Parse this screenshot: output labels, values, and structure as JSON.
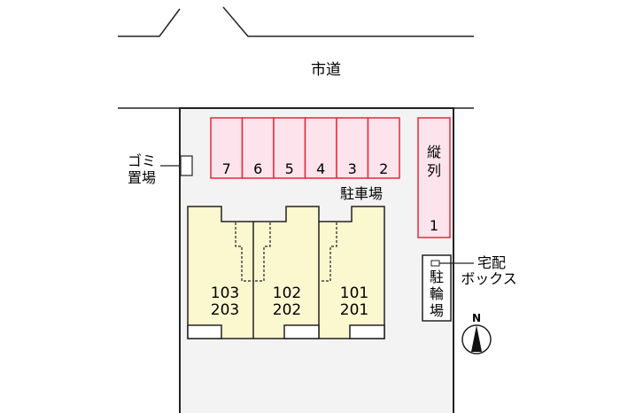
{
  "road_label": "市道",
  "garbage": {
    "line1": "ゴミ",
    "line2": "置場"
  },
  "parking": {
    "label": "駐車場",
    "slots": [
      "7",
      "6",
      "5",
      "4",
      "3",
      "2"
    ],
    "vertical_slot": {
      "line1": "縦",
      "line2": "列",
      "number": "1"
    }
  },
  "units": [
    {
      "lower": "103",
      "upper": "203"
    },
    {
      "lower": "102",
      "upper": "202"
    },
    {
      "lower": "101",
      "upper": "201"
    }
  ],
  "bicycle": {
    "c1": "駐",
    "c2": "輪",
    "c3": "場"
  },
  "delivery_box": {
    "line1": "宅配",
    "line2": "ボックス"
  },
  "compass": "N",
  "colors": {
    "parking_fill": "#fde4ec",
    "parking_stroke": "#e8283c",
    "building_fill": "#fbf7cf",
    "lot_fill": "#f3f3f3"
  }
}
